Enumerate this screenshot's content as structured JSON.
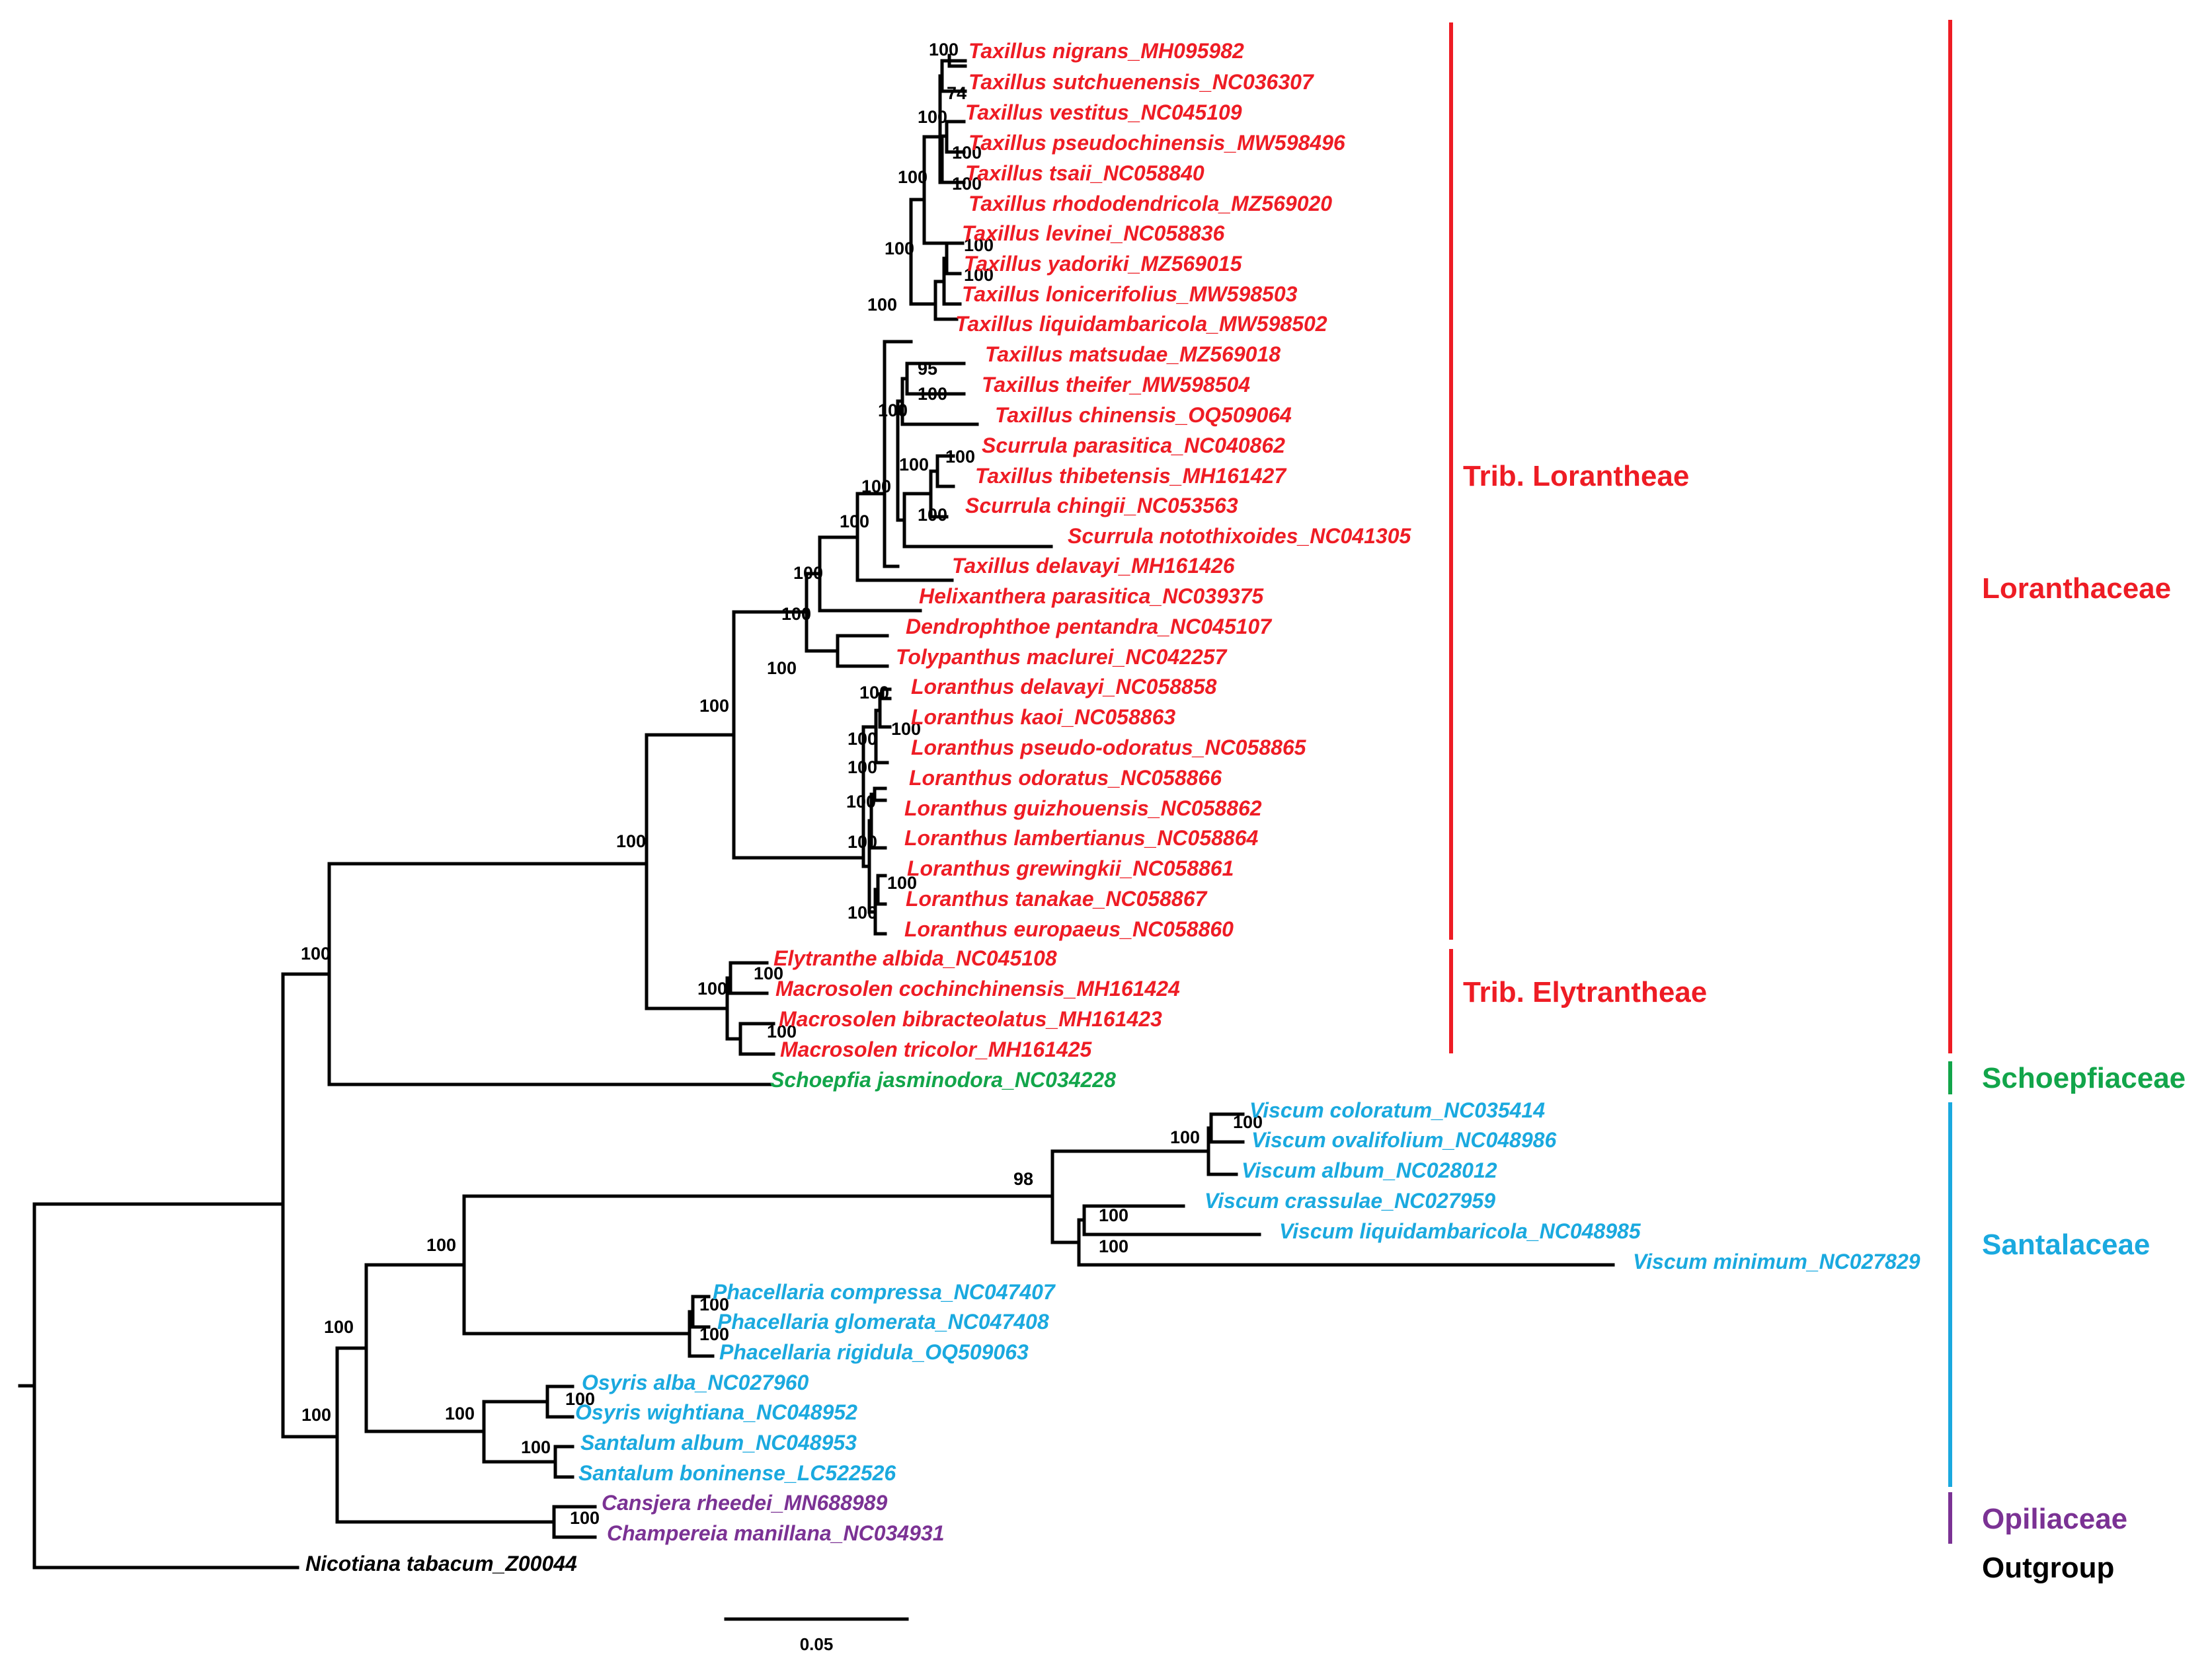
{
  "colors": {
    "loranthaceae": "#ee1c24",
    "schoepfiaceae": "#12a54a",
    "santalaceae": "#1aa9df",
    "opiliaceae": "#7b3294",
    "outgroup": "#000000",
    "branch": "#000000"
  },
  "tips": [
    {
      "label": "Taxillus nigrans_MH095982",
      "group": "loranthaceae"
    },
    {
      "label": "Taxillus sutchuenensis_NC036307",
      "group": "loranthaceae"
    },
    {
      "label": "Taxillus vestitus_NC045109",
      "group": "loranthaceae"
    },
    {
      "label": "Taxillus pseudochinensis_MW598496",
      "group": "loranthaceae"
    },
    {
      "label": "Taxillus tsaii_NC058840",
      "group": "loranthaceae"
    },
    {
      "label": "Taxillus rhododendricola_MZ569020",
      "group": "loranthaceae"
    },
    {
      "label": "Taxillus levinei_NC058836",
      "group": "loranthaceae"
    },
    {
      "label": "Taxillus yadoriki_MZ569015",
      "group": "loranthaceae"
    },
    {
      "label": "Taxillus lonicerifolius_MW598503",
      "group": "loranthaceae"
    },
    {
      "label": "Taxillus liquidambaricola_MW598502",
      "group": "loranthaceae"
    },
    {
      "label": "Taxillus matsudae_MZ569018",
      "group": "loranthaceae"
    },
    {
      "label": "Taxillus theifer_MW598504",
      "group": "loranthaceae"
    },
    {
      "label": "Taxillus chinensis_OQ509064",
      "group": "loranthaceae"
    },
    {
      "label": "Scurrula parasitica_NC040862",
      "group": "loranthaceae"
    },
    {
      "label": "Taxillus thibetensis_MH161427",
      "group": "loranthaceae"
    },
    {
      "label": "Scurrula chingii_NC053563",
      "group": "loranthaceae"
    },
    {
      "label": "Scurrula notothixoides_NC041305",
      "group": "loranthaceae"
    },
    {
      "label": "Taxillus delavayi_MH161426",
      "group": "loranthaceae"
    },
    {
      "label": "Helixanthera parasitica_NC039375",
      "group": "loranthaceae"
    },
    {
      "label": "Dendrophthoe pentandra_NC045107",
      "group": "loranthaceae"
    },
    {
      "label": "Tolypanthus maclurei_NC042257",
      "group": "loranthaceae"
    },
    {
      "label": "Loranthus delavayi_NC058858",
      "group": "loranthaceae"
    },
    {
      "label": "Loranthus kaoi_NC058863",
      "group": "loranthaceae"
    },
    {
      "label": "Loranthus pseudo-odoratus_NC058865",
      "group": "loranthaceae"
    },
    {
      "label": "Loranthus odoratus_NC058866",
      "group": "loranthaceae"
    },
    {
      "label": "Loranthus guizhouensis_NC058862",
      "group": "loranthaceae"
    },
    {
      "label": "Loranthus lambertianus_NC058864",
      "group": "loranthaceae"
    },
    {
      "label": "Loranthus grewingkii_NC058861",
      "group": "loranthaceae"
    },
    {
      "label": "Loranthus tanakae_NC058867",
      "group": "loranthaceae"
    },
    {
      "label": "Loranthus europaeus_NC058860",
      "group": "loranthaceae"
    },
    {
      "label": "Elytranthe albida_NC045108",
      "group": "loranthaceae"
    },
    {
      "label": "Macrosolen cochinchinensis_MH161424",
      "group": "loranthaceae"
    },
    {
      "label": "Macrosolen bibracteolatus_MH161423",
      "group": "loranthaceae"
    },
    {
      "label": "Macrosolen tricolor_MH161425",
      "group": "loranthaceae"
    },
    {
      "label": "Schoepfia jasminodora_NC034228",
      "group": "schoepfiaceae"
    },
    {
      "label": "Viscum coloratum_NC035414",
      "group": "santalaceae"
    },
    {
      "label": "Viscum ovalifolium_NC048986",
      "group": "santalaceae"
    },
    {
      "label": "Viscum album_NC028012",
      "group": "santalaceae"
    },
    {
      "label": "Viscum crassulae_NC027959",
      "group": "santalaceae"
    },
    {
      "label": "Viscum liquidambaricola_NC048985",
      "group": "santalaceae"
    },
    {
      "label": "Viscum minimum_NC027829",
      "group": "santalaceae"
    },
    {
      "label": "Phacellaria compressa_NC047407",
      "group": "santalaceae"
    },
    {
      "label": "Phacellaria glomerata_NC047408",
      "group": "santalaceae"
    },
    {
      "label": "Phacellaria rigidula_OQ509063",
      "group": "santalaceae"
    },
    {
      "label": "Osyris alba_NC027960",
      "group": "santalaceae"
    },
    {
      "label": "Osyris wightiana_NC048952",
      "group": "santalaceae"
    },
    {
      "label": "Santalum album_NC048953",
      "group": "santalaceae"
    },
    {
      "label": "Santalum boninense_LC522526",
      "group": "santalaceae"
    },
    {
      "label": "Cansjera rheedei_MN688989",
      "group": "opiliaceae"
    },
    {
      "label": "Champereia manillana_NC034931",
      "group": "opiliaceae"
    },
    {
      "label": "Nicotiana tabacum_Z00044",
      "group": "outgroup"
    }
  ],
  "support_values": [
    "100",
    "74",
    "100",
    "100",
    "100",
    "100",
    "100",
    "100",
    "100",
    "100",
    "95",
    "100",
    "100",
    "100",
    "100",
    "100",
    "100",
    "100",
    "100",
    "100",
    "100",
    "100",
    "100",
    "100",
    "100",
    "100",
    "100",
    "100",
    "100",
    "100",
    "100",
    "100",
    "100",
    "100",
    "100",
    "100",
    "100",
    "98",
    "100",
    "100",
    "100",
    "100",
    "100",
    "100",
    "100",
    "100",
    "100",
    "100",
    "100"
  ],
  "groups": [
    {
      "label": "Trib. Lorantheae",
      "color_key": "loranthaceae"
    },
    {
      "label": "Trib. Elytrantheae",
      "color_key": "loranthaceae"
    },
    {
      "label": "Loranthaceae",
      "color_key": "loranthaceae"
    },
    {
      "label": "Schoepfiaceae",
      "color_key": "schoepfiaceae"
    },
    {
      "label": "Santalaceae",
      "color_key": "santalaceae"
    },
    {
      "label": "Opiliaceae",
      "color_key": "opiliaceae"
    },
    {
      "label": "Outgroup",
      "color_key": "outgroup"
    }
  ],
  "scale_bar": {
    "label": "0.05"
  }
}
